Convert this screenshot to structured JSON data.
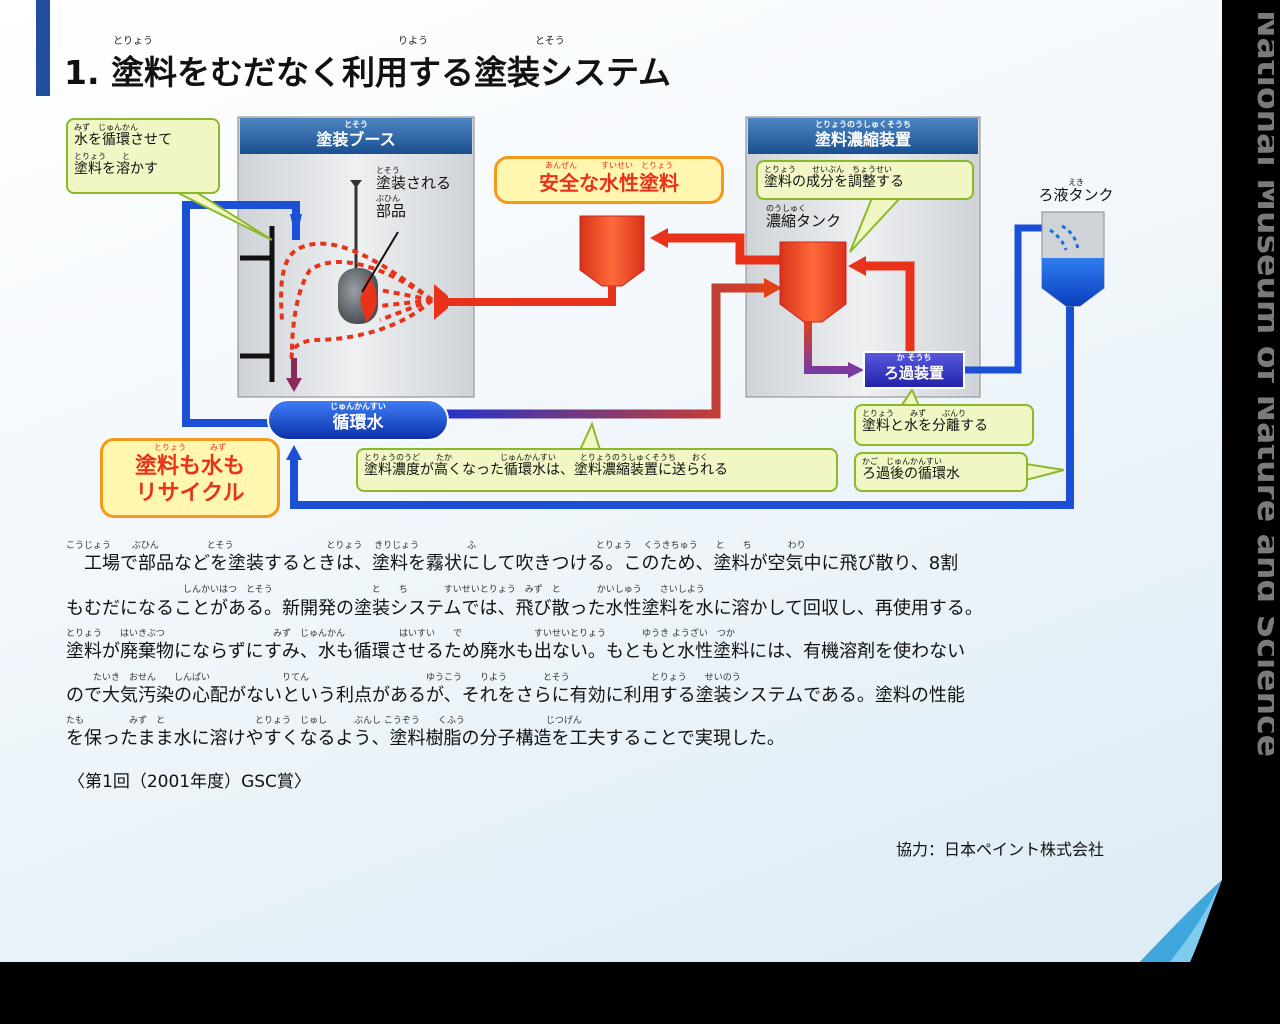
{
  "title": {
    "text": "1. 塗料をむだなく利用する塗装システム",
    "ruby": [
      "とりょう",
      "りよう",
      "とそう"
    ]
  },
  "sidebar_text": "National Museum of Nature and Science",
  "diagram": {
    "booth_header_ruby": "とそう",
    "booth_header": "塗装ブース",
    "concentrator_header_ruby": "とりょうのうしゅくそうち",
    "concentrator_header": "塗料濃縮装置",
    "callout_water": {
      "ruby1": "みず　じゅんかん",
      "line1": "水を循環させて",
      "ruby2": "とりょう　　と",
      "line2": "塗料を溶かす"
    },
    "part_label": {
      "ruby1": "とそう",
      "line1": "塗装される",
      "ruby2": "ぶひん",
      "line2": "部品"
    },
    "safe_paint": {
      "ruby": "あんぜん　　　すいせい　とりょう",
      "text": "安全な水性塗料"
    },
    "adjust_callout": {
      "ruby": "とりょう　　せいぶん　ちょうせい",
      "text": "塗料の成分を調整する"
    },
    "conc_tank": {
      "ruby": "のうしゅく",
      "text": "濃縮タンク"
    },
    "filtrate_tank": {
      "ruby": "えき",
      "text": "ろ液タンク"
    },
    "filter_device": {
      "ruby": "か そうち",
      "text": "ろ過装置"
    },
    "circ_water": {
      "ruby": "じゅんかんすい",
      "text": "循環水"
    },
    "separate_callout": {
      "ruby": "とりょう　　みず　　ぶんり",
      "text": "塗料と水を分離する"
    },
    "after_filter": {
      "ruby": "かご　じゅんかんすい",
      "text": "ろ過後の循環水"
    },
    "concentration_callout": {
      "ruby": "とりょうのうど　　たか　　　　　　じゅんかんすい　　　とりょうのうしゅくそうち　　おく",
      "text": "塗料濃度が高くなった循環水は、塗料濃縮装置に送られる"
    },
    "recycle": {
      "ruby": "とりょう　　　みず",
      "line1": "塗料も水も",
      "line2": "リサイクル"
    }
  },
  "paragraph": [
    {
      "ruby": "こうじょう　　 ぶひん　　　　　 とそう　　　　　　　　　　 とりょう　 きりじょう　　　　　 ふ　　　　　　　　　　　　　 とりょう　 くうきちゅう　　と　　ち　　　　わり",
      "text": "　工場で部品などを塗装するときは、塗料を霧状にして吹きつける。このため、塗料が空気中に飛び散り、8割"
    },
    {
      "ruby": "　　　　　　　　　　　　　しんかいはつ　とそう　　　　　　　　　　　と　　ち　　　　すいせいとりょう　みず　と　　　　かいしゅう　　さいしよう",
      "text": "もむだになることがある。新開発の塗装システムでは、飛び散った水性塗料を水に溶かして回収し、再使用する。"
    },
    {
      "ruby": "とりょう　　はいきぶつ　　　　　　　　　　　　みず　じゅんかん　　　　　　はいすい　　で　　　　　　　　すいせいとりょう　　　　ゆうき ようざい　つか",
      "text": "塗料が廃棄物にならずにすみ、水も循環させるため廃水も出ない。もともと水性塗料には、有機溶剤を使わない"
    },
    {
      "ruby": "　　　たいき　おせん　　しんぱい　　　　　　　　りてん　　　　　　　　　　　　　ゆうこう　　りよう　　　　とそう　　　　　　　　　とりょう　　せいのう",
      "text": "ので大気汚染の心配がないという利点があるが、それをさらに有効に利用する塗装システムである。塗料の性能"
    },
    {
      "ruby": "たも　　　　　みず　と　　　　　　　　　　とりょう　じゅし　　　ぶんし こうぞう　　くふう　　　　　　　　　じつげん",
      "text": "を保ったまま水に溶けやすくなるよう、塗料樹脂の分子構造を工夫することで実現した。"
    }
  ],
  "award": "〈第1回（2001年度）GSC賞〉",
  "credit": "協力：日本ペイント株式会社",
  "colors": {
    "accent": "#1f4f9a",
    "red": "#e8331a",
    "blue": "#1a4fd6",
    "callout_bg": "#f0f7c4",
    "callout_border": "#8cb82a",
    "orange": "#f39a1e"
  }
}
